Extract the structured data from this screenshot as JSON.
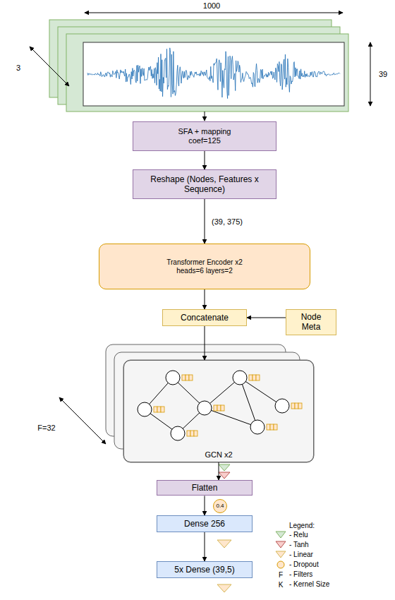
{
  "diagram": {
    "nodes": [
      {
        "text": [
          "SFA + mapping coef=125"
        ]
      },
      {
        "text": [
          "Reshape (Nodes, Features x Sequence)"
        ]
      },
      {
        "text": [
          "Transformer Encoder x2 heads=6 layers=2"
        ]
      },
      {
        "text": [
          "Concatenate"
        ]
      },
      {
        "text": [
          "Node Meta"
        ]
      },
      {
        "text": [
          "GCN x2"
        ]
      },
      {
        "text": [
          "Flatten"
        ]
      },
      {
        "text": [
          "0.4"
        ]
      },
      {
        "text": [
          "Dense 256"
        ]
      },
      {
        "text": [
          "5x Dense (39,5)"
        ]
      }
    ],
    "edges": [
      {
        "from": 0,
        "to": 1,
        "arrow": "to"
      },
      {
        "from": 1,
        "to": 2,
        "arrow": "to",
        "label": "(39, 375)"
      },
      {
        "from": 2,
        "to": 3,
        "arrow": "to"
      },
      {
        "from": 4,
        "to": 3,
        "arrow": "to"
      },
      {
        "from": 3,
        "to": 5,
        "arrow": "to"
      },
      {
        "from": 5,
        "to": 6,
        "arrow": "to"
      },
      {
        "from": 6,
        "to": 8,
        "arrow": "to"
      },
      {
        "from": 8,
        "to": 9,
        "arrow": "to"
      }
    ],
    "labels": [
      "1000",
      "3",
      "39",
      "F=32",
      "Legend:",
      "F",
      "K"
    ],
    "legend": [
      {
        "text": "- Relu",
        "color": "#d5e8d4"
      },
      {
        "text": "- Tanh",
        "color": "#f8cecc"
      },
      {
        "text": "- Linear",
        "color": "#ffe6cc"
      },
      {
        "text": "- Dropout",
        "color": "#ffe6cc"
      },
      {
        "text": "- Filters"
      },
      {
        "text": "- Kernel Size"
      }
    ]
  }
}
